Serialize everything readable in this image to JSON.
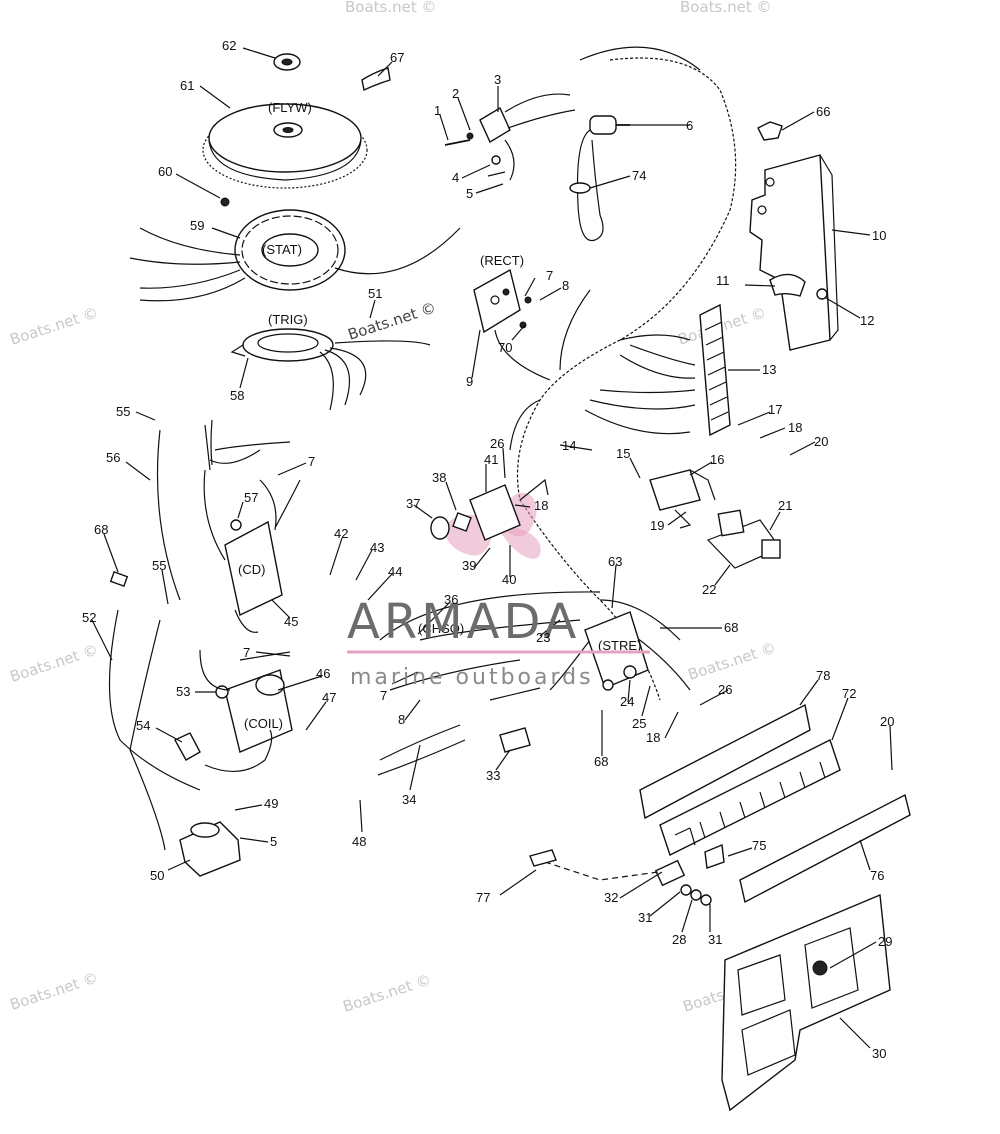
{
  "watermark": {
    "text": "Boats.net ©",
    "brand": "ARMADA",
    "brand_sub": "marine outboards",
    "brand_color": "#e6a0c0"
  },
  "tags": {
    "flyw": "(FLYW)",
    "stat": "(STAT)",
    "trig": "(TRIG)",
    "rect": "(RECT)",
    "cd": "(CD)",
    "coil": "(COIL)",
    "chso": "(CHSO)",
    "stre": "(STRE)"
  },
  "callouts": [
    {
      "id": "c62",
      "label": "62"
    },
    {
      "id": "c67",
      "label": "67"
    },
    {
      "id": "c61",
      "label": "61"
    },
    {
      "id": "c1",
      "label": "1"
    },
    {
      "id": "c2",
      "label": "2"
    },
    {
      "id": "c3",
      "label": "3"
    },
    {
      "id": "c6",
      "label": "6"
    },
    {
      "id": "c66",
      "label": "66"
    },
    {
      "id": "c4",
      "label": "4"
    },
    {
      "id": "c5a",
      "label": "5"
    },
    {
      "id": "c74",
      "label": "74"
    },
    {
      "id": "c60",
      "label": "60"
    },
    {
      "id": "c10",
      "label": "10"
    },
    {
      "id": "c59",
      "label": "59"
    },
    {
      "id": "c7a",
      "label": "7"
    },
    {
      "id": "c8a",
      "label": "8"
    },
    {
      "id": "c11",
      "label": "11"
    },
    {
      "id": "c12",
      "label": "12"
    },
    {
      "id": "c51",
      "label": "51"
    },
    {
      "id": "c70",
      "label": "70"
    },
    {
      "id": "c9",
      "label": "9"
    },
    {
      "id": "c13",
      "label": "13"
    },
    {
      "id": "c58",
      "label": "58"
    },
    {
      "id": "c55a",
      "label": "55"
    },
    {
      "id": "c17",
      "label": "17"
    },
    {
      "id": "c18a",
      "label": "18"
    },
    {
      "id": "c20a",
      "label": "20"
    },
    {
      "id": "c14",
      "label": "14"
    },
    {
      "id": "c26a",
      "label": "26"
    },
    {
      "id": "c56",
      "label": "56"
    },
    {
      "id": "c7b",
      "label": "7"
    },
    {
      "id": "c15",
      "label": "15"
    },
    {
      "id": "c16",
      "label": "16"
    },
    {
      "id": "c38",
      "label": "38"
    },
    {
      "id": "c41",
      "label": "41"
    },
    {
      "id": "c18b",
      "label": "18"
    },
    {
      "id": "c57",
      "label": "57"
    },
    {
      "id": "c37",
      "label": "37"
    },
    {
      "id": "c19",
      "label": "19"
    },
    {
      "id": "c21",
      "label": "21"
    },
    {
      "id": "c68a",
      "label": "68"
    },
    {
      "id": "c42",
      "label": "42"
    },
    {
      "id": "c43",
      "label": "43"
    },
    {
      "id": "c39",
      "label": "39"
    },
    {
      "id": "c40",
      "label": "40"
    },
    {
      "id": "c22",
      "label": "22"
    },
    {
      "id": "c55b",
      "label": "55"
    },
    {
      "id": "c44",
      "label": "44"
    },
    {
      "id": "c63",
      "label": "63"
    },
    {
      "id": "c36",
      "label": "36"
    },
    {
      "id": "c52",
      "label": "52"
    },
    {
      "id": "c45",
      "label": "45"
    },
    {
      "id": "c23",
      "label": "23"
    },
    {
      "id": "c68b",
      "label": "68"
    },
    {
      "id": "c7c",
      "label": "7"
    },
    {
      "id": "c46",
      "label": "46"
    },
    {
      "id": "c7d",
      "label": "7"
    },
    {
      "id": "c53",
      "label": "53"
    },
    {
      "id": "c78",
      "label": "78"
    },
    {
      "id": "c72",
      "label": "72"
    },
    {
      "id": "c26b",
      "label": "26"
    },
    {
      "id": "c47",
      "label": "47"
    },
    {
      "id": "c8b",
      "label": "8"
    },
    {
      "id": "c24",
      "label": "24"
    },
    {
      "id": "c25",
      "label": "25"
    },
    {
      "id": "c18c",
      "label": "18"
    },
    {
      "id": "c54",
      "label": "54"
    },
    {
      "id": "c68c",
      "label": "68"
    },
    {
      "id": "c20b",
      "label": "20"
    },
    {
      "id": "c33",
      "label": "33"
    },
    {
      "id": "c49",
      "label": "49"
    },
    {
      "id": "c34",
      "label": "34"
    },
    {
      "id": "c5b",
      "label": "5"
    },
    {
      "id": "c48",
      "label": "48"
    },
    {
      "id": "c75",
      "label": "75"
    },
    {
      "id": "c50",
      "label": "50"
    },
    {
      "id": "c76",
      "label": "76"
    },
    {
      "id": "c77",
      "label": "77"
    },
    {
      "id": "c32",
      "label": "32"
    },
    {
      "id": "c31a",
      "label": "31"
    },
    {
      "id": "c28",
      "label": "28"
    },
    {
      "id": "c31b",
      "label": "31"
    },
    {
      "id": "c29",
      "label": "29"
    },
    {
      "id": "c30",
      "label": "30"
    }
  ]
}
